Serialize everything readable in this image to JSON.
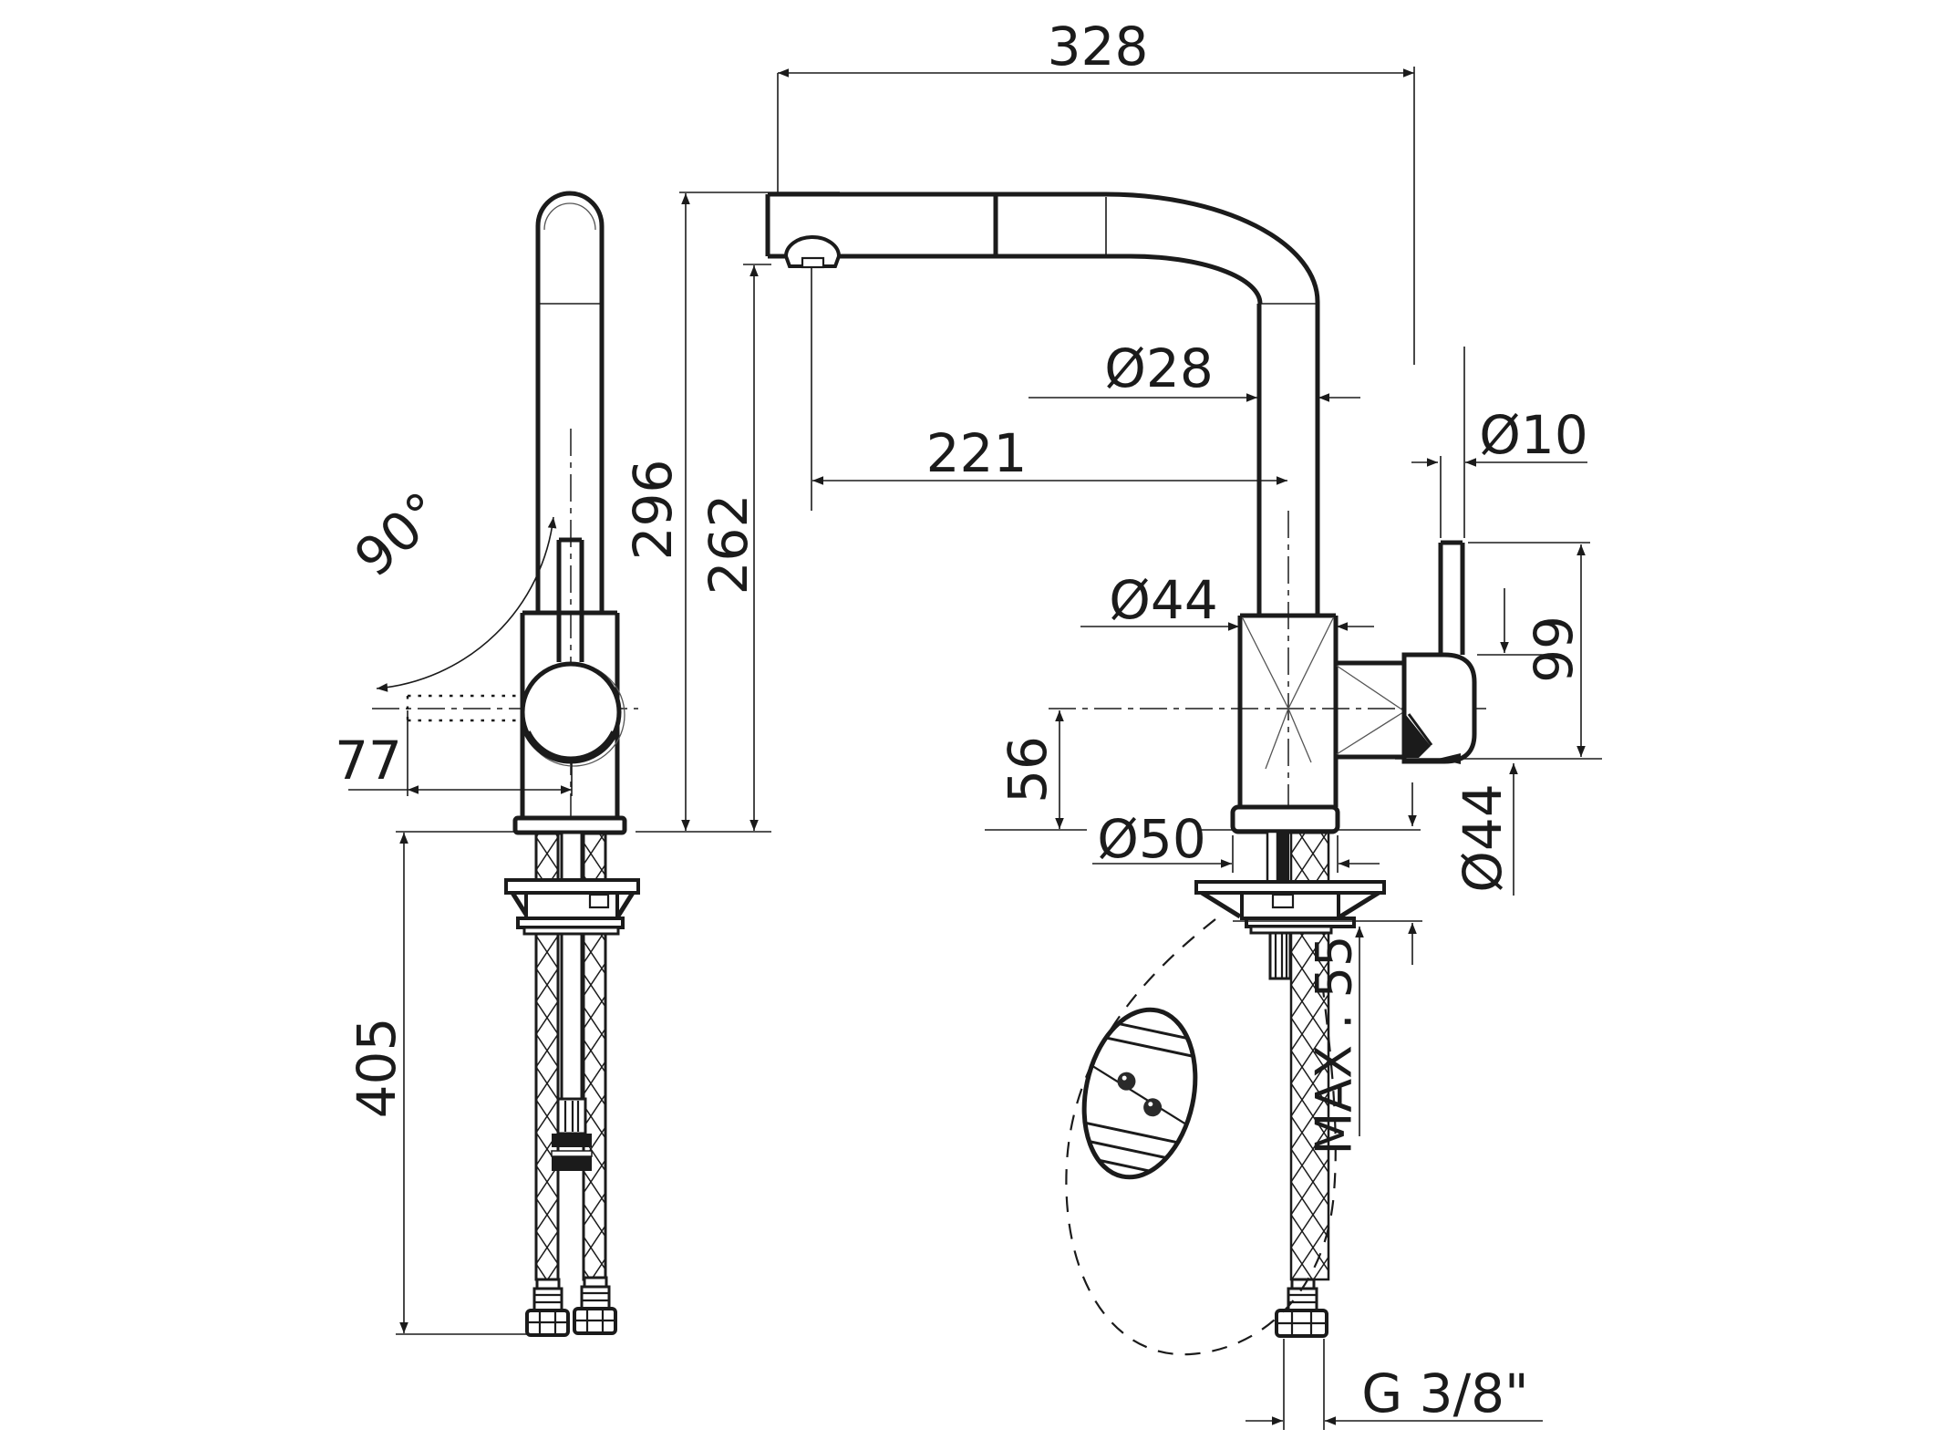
{
  "drawing": {
    "background": "#ffffff",
    "line_color": "#1b1b1b",
    "labels": {
      "overall_reach": "328",
      "spout_height": "296",
      "outlet_height": "262",
      "swivel_angle": "90°",
      "handle_offset": "77",
      "hose_drop": "405",
      "spout_tube_diameter": "Ø28",
      "outlet_to_axis": "221",
      "body_diameter": "Ø44",
      "lever_diameter": "Ø10",
      "handle_height": "99",
      "base_height": "56",
      "base_diameter": "Ø50",
      "handle_body_diameter": "Ø44",
      "max_counter_thickness": "MAX . 55",
      "connection_thread": "G  3/8\""
    }
  }
}
